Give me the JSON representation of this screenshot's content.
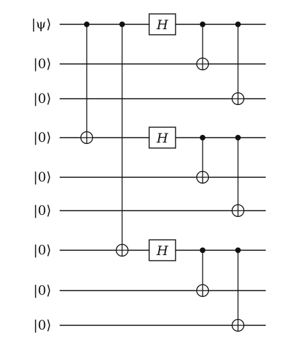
{
  "circuit": {
    "qubits": [
      "|ψ⟩",
      "|0⟩",
      "|0⟩",
      "|0⟩",
      "|0⟩",
      "|0⟩",
      "|0⟩",
      "|0⟩",
      "|0⟩"
    ],
    "gate_label": "H",
    "gates": [
      {
        "type": "cnot",
        "step": 0,
        "control": 0,
        "target": 3
      },
      {
        "type": "cnot",
        "step": 1,
        "control": 0,
        "target": 6
      },
      {
        "type": "h",
        "step": 2,
        "qubit": 0
      },
      {
        "type": "h",
        "step": 2,
        "qubit": 3
      },
      {
        "type": "h",
        "step": 2,
        "qubit": 6
      },
      {
        "type": "cnot",
        "step": 3,
        "control": 0,
        "target": 1
      },
      {
        "type": "cnot",
        "step": 3,
        "control": 3,
        "target": 4
      },
      {
        "type": "cnot",
        "step": 3,
        "control": 6,
        "target": 7
      },
      {
        "type": "cnot",
        "step": 4,
        "control": 0,
        "target": 2
      },
      {
        "type": "cnot",
        "step": 4,
        "control": 3,
        "target": 5
      },
      {
        "type": "cnot",
        "step": 4,
        "control": 6,
        "target": 8
      }
    ]
  }
}
